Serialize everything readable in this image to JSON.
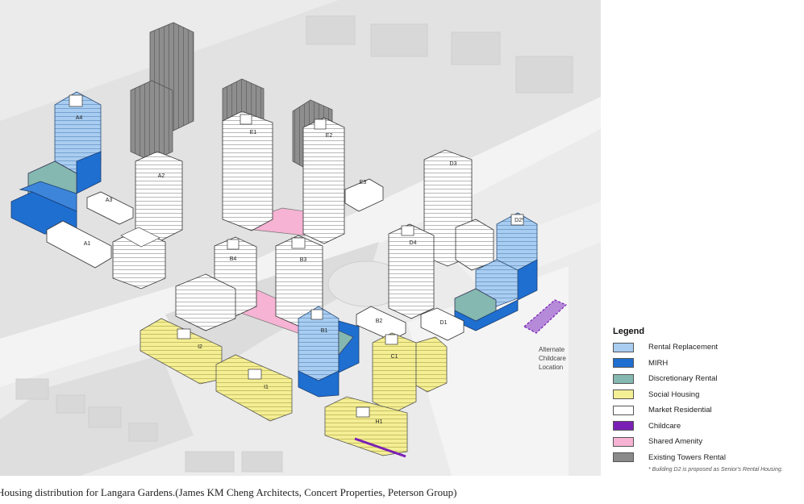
{
  "caption": "Housing distribution for Langara Gardens.(James KM Cheng Architects, Concert Properties, Peterson Group)",
  "map": {
    "buildings": [
      "A1",
      "A2",
      "A3",
      "A4",
      "B1",
      "B2",
      "B3",
      "B4",
      "C1",
      "D1",
      "D2*",
      "D3",
      "D4",
      "E1",
      "E2",
      "E3",
      "H1",
      "I1",
      "I2"
    ],
    "childcare_note": [
      "Alternate",
      "Childcare",
      "Location"
    ]
  },
  "legend": {
    "title": "Legend",
    "items": [
      {
        "label": "Rental Replacement",
        "color": "#a9cdf0"
      },
      {
        "label": "MIRH",
        "color": "#1f6fd1"
      },
      {
        "label": "Discretionary Rental",
        "color": "#84b8b0"
      },
      {
        "label": "Social Housing",
        "color": "#f4ee95"
      },
      {
        "label": "Market Residential",
        "color": "#ffffff"
      },
      {
        "label": "Childcare",
        "color": "#7a1fb5"
      },
      {
        "label": "Shared Amenity",
        "color": "#f6b3d3"
      },
      {
        "label": "Existing Towers Rental",
        "color": "#8a8a8a"
      }
    ],
    "footnote": "* Building D2 is proposed as Senior's Rental Housing."
  }
}
